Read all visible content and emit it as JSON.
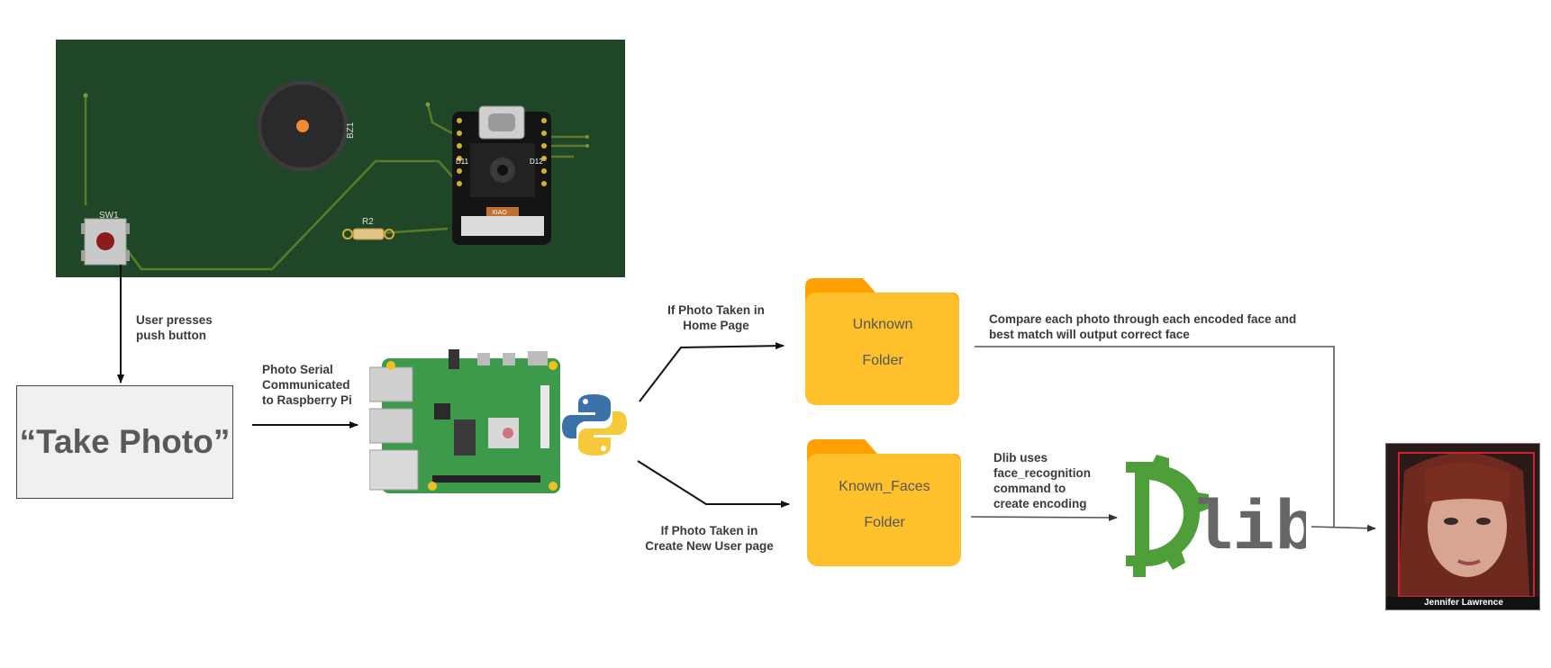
{
  "pcb": {
    "switch_label": "SW1",
    "buzzer_label": "BZ1",
    "resistor_label": "R2",
    "board_labels": [
      "D11",
      "D12"
    ],
    "camera_brand": "XIAO",
    "colors": {
      "board": "#1f4626",
      "trace": "#5c7a2a"
    }
  },
  "take_photo": {
    "label": "“Take Photo”"
  },
  "labels": {
    "user_presses": "User presses\npush button",
    "photo_serial": "Photo Serial\nCommunicated\nto Raspberry Pi",
    "if_home": "If Photo Taken in\nHome Page",
    "if_create": "If Photo Taken in\nCreate New User page",
    "compare": "Compare each photo through each encoded face and\nbest match will output correct face",
    "dlib_uses": "Dlib uses\nface_recognition\ncommand to\ncreate encoding"
  },
  "folders": {
    "unknown": {
      "line1": "Unknown",
      "line2": "Folder"
    },
    "known": {
      "line1": "Known_Faces",
      "line2": "Folder"
    },
    "color_front": "#ffc12b",
    "color_back": "#ffa000"
  },
  "dlib": {
    "text": "lib",
    "color_green": "#4e9e3a",
    "color_gray": "#666666"
  },
  "result": {
    "name": "Jennifer Lawrence",
    "box_color": "#cc2233"
  },
  "icons": [
    "raspberry-pi-board-icon",
    "python-logo-icon",
    "folder-icon",
    "dlib-logo-icon",
    "face-photo-icon",
    "push-button-icon",
    "buzzer-icon",
    "camera-icon"
  ]
}
